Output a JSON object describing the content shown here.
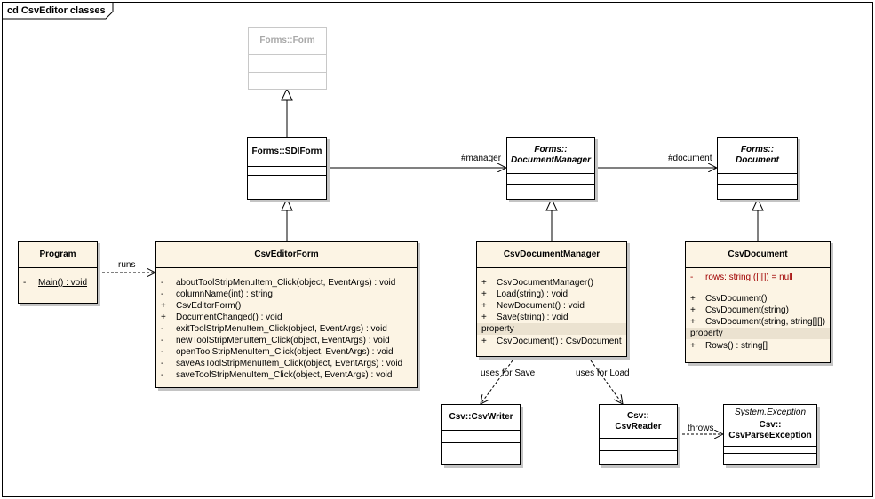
{
  "diagram": {
    "title": "cd CsvEditor classes",
    "classes": {
      "form": {
        "name": "Forms::Form"
      },
      "sdiform": {
        "name": "Forms::SDIForm"
      },
      "docmanager": {
        "line1": "Forms::",
        "line2": "DocumentManager"
      },
      "document": {
        "line1": "Forms::",
        "line2": "Document"
      },
      "program": {
        "name": "Program",
        "ops": [
          {
            "vis": "-",
            "sig": "Main() : void"
          }
        ]
      },
      "csveditorform": {
        "name": "CsvEditorForm",
        "ops": [
          {
            "vis": "-",
            "sig": "aboutToolStripMenuItem_Click(object, EventArgs) : void"
          },
          {
            "vis": "-",
            "sig": "columnName(int) : string"
          },
          {
            "vis": "+",
            "sig": "CsvEditorForm()"
          },
          {
            "vis": "+",
            "sig": "DocumentChanged() : void"
          },
          {
            "vis": "-",
            "sig": "exitToolStripMenuItem_Click(object, EventArgs) : void"
          },
          {
            "vis": "-",
            "sig": "newToolStripMenuItem_Click(object, EventArgs) : void"
          },
          {
            "vis": "-",
            "sig": "openToolStripMenuItem_Click(object, EventArgs) : void"
          },
          {
            "vis": "-",
            "sig": "saveAsToolStripMenuItem_Click(object, EventArgs) : void"
          },
          {
            "vis": "-",
            "sig": "saveToolStripMenuItem_Click(object, EventArgs) : void"
          }
        ]
      },
      "csvdocmanager": {
        "name": "CsvDocumentManager",
        "ops": [
          {
            "vis": "+",
            "sig": "CsvDocumentManager()"
          },
          {
            "vis": "+",
            "sig": "Load(string) : void"
          },
          {
            "vis": "+",
            "sig": "NewDocument() : void"
          },
          {
            "vis": "+",
            "sig": "Save(string) : void"
          }
        ],
        "group": "property",
        "props": [
          {
            "vis": "+",
            "sig": "CsvDocument() : CsvDocument"
          }
        ]
      },
      "csvdocument": {
        "name": "CsvDocument",
        "attrs": [
          {
            "vis": "-",
            "sig": "rows:  string ([][]) = null"
          }
        ],
        "ops": [
          {
            "vis": "+",
            "sig": "CsvDocument()"
          },
          {
            "vis": "+",
            "sig": "CsvDocument(string)"
          },
          {
            "vis": "+",
            "sig": "CsvDocument(string, string[][])"
          }
        ],
        "group": "property",
        "props": [
          {
            "vis": "+",
            "sig": "Rows() : string[]"
          }
        ]
      },
      "csvwriter": {
        "name": "Csv::CsvWriter"
      },
      "csvreader": {
        "line1": "Csv::",
        "line2": "CsvReader"
      },
      "parseexception": {
        "stereotype": "System.Exception",
        "line1": "Csv::",
        "line2": "CsvParseException"
      }
    },
    "relations": {
      "runs": "runs",
      "manager": "#manager",
      "document": "#document",
      "save": "uses for Save",
      "load": "uses for Load",
      "throws": "throws"
    },
    "colors": {
      "class_fill": "#fcf4e4",
      "group_fill": "#ebe2d0",
      "private_attr": "#a00000"
    }
  }
}
